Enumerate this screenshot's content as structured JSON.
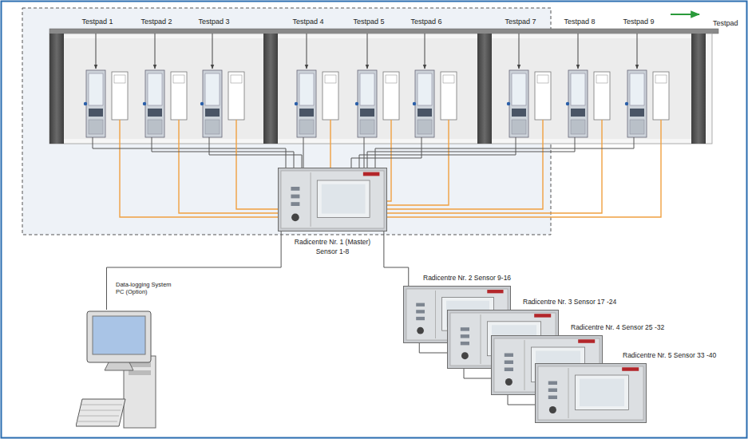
{
  "diagram": {
    "nodes": [
      {
        "text": [
          "Radicentre Nr. 1 (Master)",
          "Sensor 1-8"
        ]
      },
      {
        "text": [
          "Data-logging System PC (Option)"
        ]
      },
      {
        "text": [
          "Radicentre Nr. 2 Sensor 9-16"
        ]
      },
      {
        "text": [
          "Radicentre Nr. 3 Sensor 17 -24"
        ]
      },
      {
        "text": [
          "Radicentre  Nr. 4 Sensor 25 -32"
        ]
      },
      {
        "text": [
          "Radicentre  Nr. 5 Sensor 33 -40"
        ]
      }
    ],
    "edges": [
      {
        "from": 0,
        "to": 1,
        "arrow": "none"
      },
      {
        "from": 0,
        "to": 2,
        "arrow": "none"
      },
      {
        "from": 2,
        "to": 3,
        "arrow": "none"
      },
      {
        "from": 3,
        "to": 4,
        "arrow": "none"
      },
      {
        "from": 4,
        "to": 5,
        "arrow": "none"
      }
    ],
    "labels": [
      "Testpad 1",
      "Testpad 2",
      "Testpad 3",
      "Testpad 4",
      "Testpad 5",
      "Testpad 6",
      "Testpad 7",
      "Testpad 8",
      "Testpad 9",
      "Testpad"
    ]
  }
}
